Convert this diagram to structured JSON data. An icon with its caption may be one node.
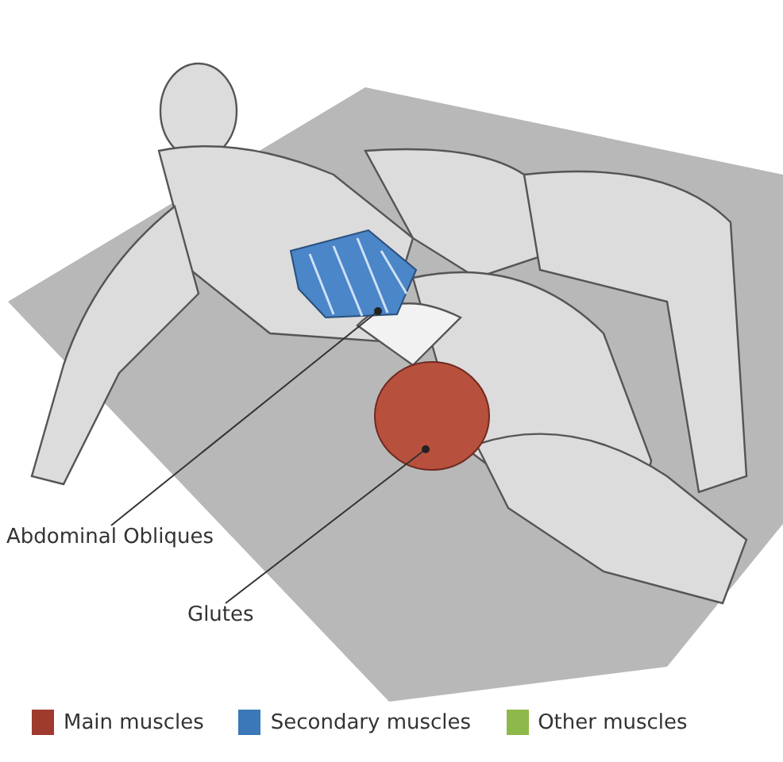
{
  "diagram": {
    "nodes": [
      {
        "text": [
          "Abdominal Obliques"
        ]
      },
      {
        "text": [
          "Glutes"
        ]
      },
      {
        "text": [],
        "shape": "picture"
      },
      {
        "text": [],
        "shape": "circle"
      }
    ],
    "edges": [
      {
        "from": 0,
        "to": 2,
        "arrow": "other"
      },
      {
        "from": 1,
        "to": 3,
        "arrow": "other"
      }
    ],
    "legend": [
      {
        "text": "Main muscles",
        "color": "#9e3a2e"
      },
      {
        "text": "Secondary muscles",
        "color": "#3a78b8"
      },
      {
        "text": "Other muscles",
        "color": "#8db84a"
      }
    ]
  }
}
